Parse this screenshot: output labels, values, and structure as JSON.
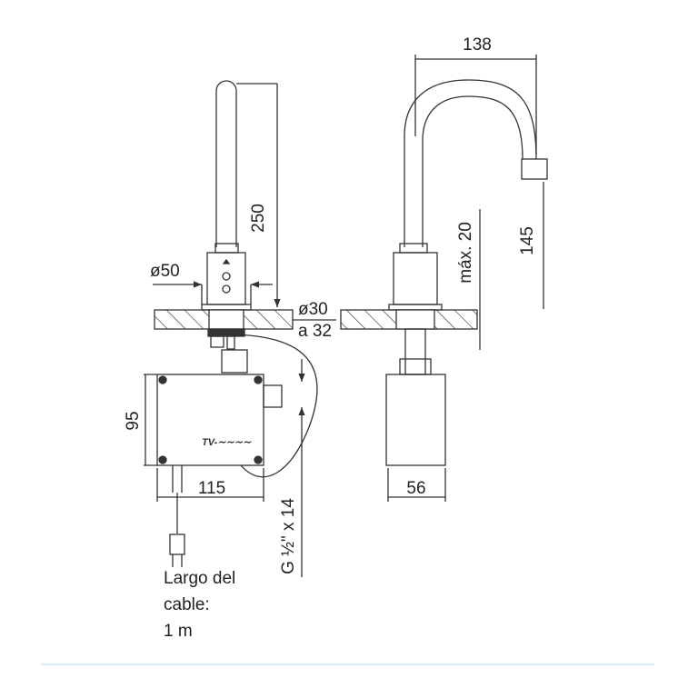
{
  "dimensions": {
    "height_250": "250",
    "diameter_50": "ø50",
    "hole_diameter_line1": "ø30",
    "hole_diameter_line2": "a 32",
    "box_height": "95",
    "box_width": "115",
    "thread": "G ½\" x 14",
    "spout_reach": "138",
    "spout_height": "145",
    "max_counter": "máx. 20",
    "box_depth": "56"
  },
  "cable_note": {
    "line1": "Largo del",
    "line2": "cable:",
    "line3": "1 m"
  },
  "logo_text": "TV-",
  "colors": {
    "line": "#333333",
    "footer_rule": "#d8ecf6"
  }
}
